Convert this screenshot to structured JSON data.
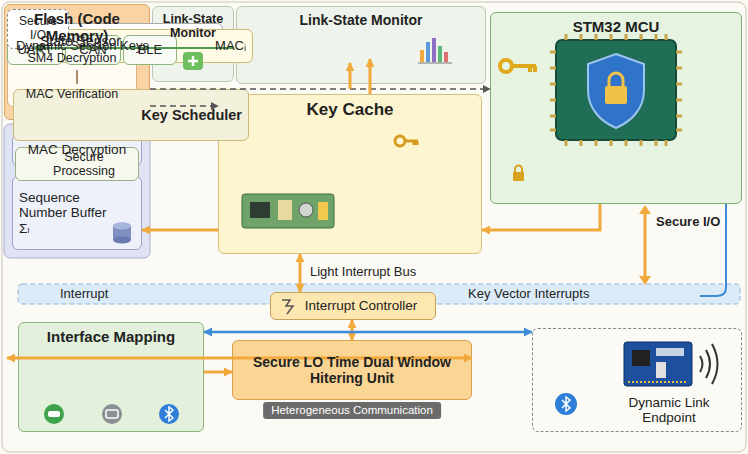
{
  "diagram": {
    "nodes": [
      {
        "text": [
          "Flash (Code Memory)"
        ]
      },
      {
        "text": [
          "SM4 Decryption",
          "MAC Verification"
        ],
        "in": 0
      },
      {
        "text": [
          "MAC Decryption"
        ]
      },
      {
        "text": [
          "Sequence Number Buffer Σₗ"
        ]
      },
      {
        "text": [
          "Link-State Monitor"
        ]
      },
      {
        "text": [
          "Link-State Monitor"
        ]
      },
      {
        "text": [
          "State Sensor"
        ],
        "in": 5
      },
      {
        "text": [
          "Key Cache"
        ]
      },
      {
        "text": [
          "Dynamic Session Keys",
          "MACᵢ"
        ],
        "in": 7
      },
      {
        "text": [
          "Key Scheduler"
        ],
        "in": 7
      },
      {
        "text": [
          "STM32 MCU"
        ]
      },
      {
        "text": [
          "Secure Processing"
        ],
        "in": 10
      },
      {
        "text": [
          "Interrupt Controller"
        ]
      },
      {
        "text": [
          "Interface Mapping"
        ]
      },
      {
        "text": [
          "UART"
        ],
        "in": 13
      },
      {
        "text": [
          "CAN"
        ],
        "in": 13
      },
      {
        "text": [
          "BLE"
        ],
        "in": 13
      },
      {
        "text": [
          "Secure LO Time Dual Window Hitering Unit",
          "Heterogeneous Communication"
        ]
      },
      {
        "text": [
          "Dynamic Link Endpoint"
        ]
      },
      {
        "text": [
          "Secure I/O"
        ],
        "in": 18
      }
    ],
    "edges": [
      {
        "from": 0,
        "to": 10,
        "arrow": "to"
      },
      {
        "from": 4,
        "to": 6,
        "arrow": "to"
      },
      {
        "from": 7,
        "to": 6,
        "arrow": "to"
      },
      {
        "from": 9,
        "to": 8,
        "arrow": "to"
      },
      {
        "from": 10,
        "to": 7,
        "arrow": "to"
      },
      {
        "from": 7,
        "to": 12,
        "label": "Light Interrupt Bus",
        "arrow": "both"
      },
      {
        "from": 12,
        "to": 17,
        "arrow": "both"
      },
      {
        "from": 13,
        "to": 17,
        "arrow": "to"
      },
      {
        "from": 17,
        "to": 19,
        "arrow": "both"
      },
      {
        "from": 13,
        "to": 18,
        "arrow": "both"
      },
      {
        "from": 0,
        "to": 7,
        "arrow": "to"
      },
      {
        "from": 7,
        "to": 3,
        "arrow": "to"
      }
    ],
    "labels": [
      "Secure I/O",
      "Interrupt",
      "Key Vector Interrupts"
    ]
  }
}
